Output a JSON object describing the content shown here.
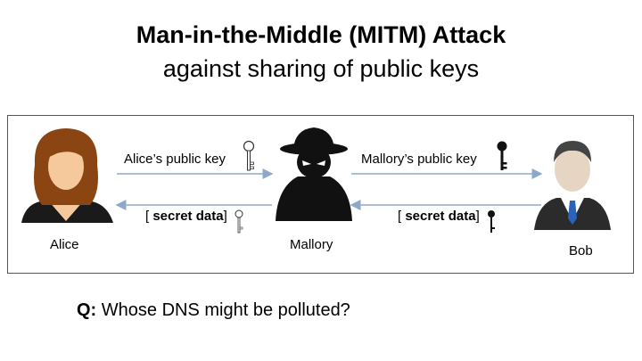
{
  "title": {
    "line1": "Man-in-the-Middle (MITM) Attack",
    "line2": "against sharing of public keys"
  },
  "diagram": {
    "people": {
      "alice": "Alice",
      "mallory": "Mallory",
      "bob": "Bob"
    },
    "messages": {
      "alice_key": "Alice’s public key",
      "mallory_key": "Mallory’s public key",
      "secret_left_open": "[",
      "secret_left_text": "secret data",
      "secret_left_close": "]",
      "secret_right_open": "[",
      "secret_right_text": "secret data",
      "secret_right_close": "]"
    },
    "colors": {
      "arrow": "#8ea9c8",
      "alice_hair": "#8b4513",
      "alice_skin": "#f5c99b",
      "mallory": "#111111",
      "bob_suit": "#2b2b2b",
      "bob_tie": "#2a63b8",
      "white_key": "#ffffff",
      "black_key": "#111111"
    }
  },
  "question": {
    "prefix": "Q:",
    "text": " Whose DNS might be polluted?"
  }
}
